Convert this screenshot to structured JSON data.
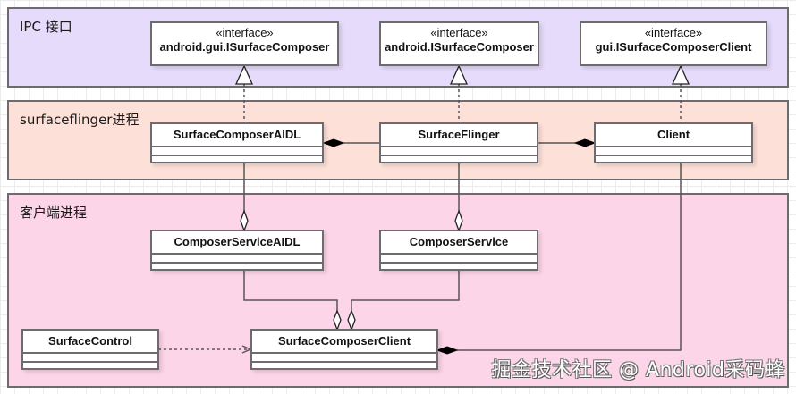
{
  "groups": {
    "ipc": {
      "label": "IPC 接口",
      "color": "#e6dbfb"
    },
    "surfaceflinger": {
      "label": "surfaceflinger进程",
      "color": "#fde1d8"
    },
    "client": {
      "label": "客户端进程",
      "color": "#fdd5e8"
    }
  },
  "interfaces": [
    {
      "stereotype": "«interface»",
      "name": "android.gui.ISurfaceComposer"
    },
    {
      "stereotype": "«interface»",
      "name": "android.ISurfaceComposer"
    },
    {
      "stereotype": "«interface»",
      "name": "gui.ISurfaceComposerClient"
    }
  ],
  "classes": {
    "surface_composer_aidl": "SurfaceComposerAIDL",
    "surface_flinger": "SurfaceFlinger",
    "client": "Client",
    "composer_service_aidl": "ComposerServiceAIDL",
    "composer_service": "ComposerService",
    "surface_control": "SurfaceControl",
    "surface_composer_client": "SurfaceComposerClient"
  },
  "relationships": [
    {
      "from": "SurfaceComposerAIDL",
      "to": "android.gui.ISurfaceComposer",
      "type": "realization"
    },
    {
      "from": "SurfaceFlinger",
      "to": "android.ISurfaceComposer",
      "type": "realization"
    },
    {
      "from": "Client",
      "to": "gui.ISurfaceComposerClient",
      "type": "realization"
    },
    {
      "from": "SurfaceFlinger",
      "to": "SurfaceComposerAIDL",
      "type": "composition"
    },
    {
      "from": "SurfaceFlinger",
      "to": "Client",
      "type": "composition"
    },
    {
      "from": "SurfaceComposerAIDL",
      "to": "ComposerServiceAIDL",
      "type": "aggregation"
    },
    {
      "from": "SurfaceFlinger",
      "to": "ComposerService",
      "type": "aggregation"
    },
    {
      "from": "ComposerServiceAIDL",
      "to": "SurfaceComposerClient",
      "type": "aggregation"
    },
    {
      "from": "ComposerService",
      "to": "SurfaceComposerClient",
      "type": "aggregation"
    },
    {
      "from": "Client",
      "to": "SurfaceComposerClient",
      "type": "composition"
    },
    {
      "from": "SurfaceControl",
      "to": "SurfaceComposerClient",
      "type": "dependency"
    }
  ],
  "watermark": "掘金技术社区 @ Android采码蜂"
}
